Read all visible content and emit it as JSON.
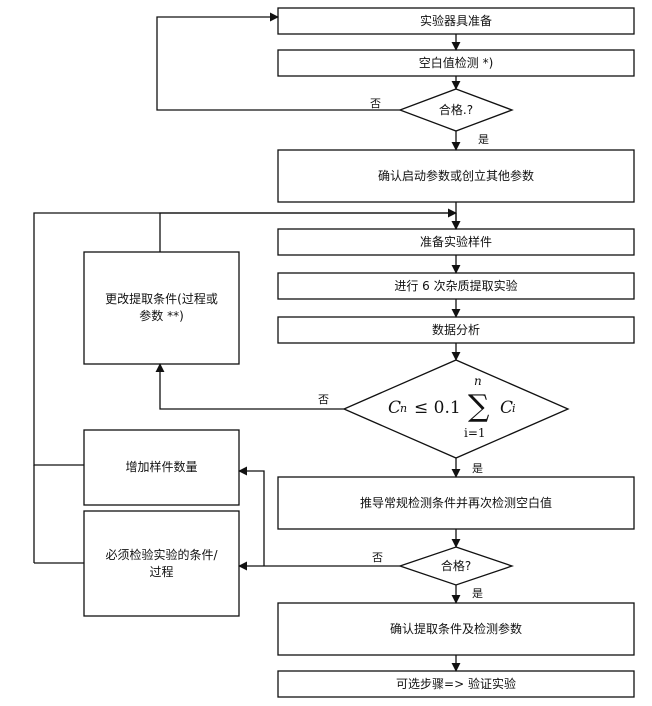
{
  "steps": {
    "prepare_equipment": "实验器具准备",
    "blank_check": "空白值检测 *)",
    "confirm_params": "确认启动参数或创立其他参数",
    "prepare_samples": "准备实验样件",
    "extraction": "进行 6 次杂质提取实验",
    "analysis": "数据分析",
    "derive_conditions": "推导常规检测条件并再次检测空白值",
    "confirm_extraction": "确认提取条件及检测参数",
    "optional_validation": "可选步骤=> 验证实验",
    "change_conditions_line1": "更改提取条件(过程或",
    "change_conditions_line2": "参数 **)",
    "add_samples": "增加样件数量",
    "check_conditions_line1": "必须检验实验的条件/",
    "check_conditions_line2": "过程"
  },
  "decisions": {
    "qualified_1": "合格.?",
    "qualified_2": "合格?",
    "criterion": {
      "lhs": "C",
      "lhs_sub": "n",
      "relation": "≤ 0.1",
      "sum_upper": "n",
      "sum_lower": "i=1",
      "term": "C",
      "term_sub": "i"
    }
  },
  "edge_labels": {
    "no_1": "否",
    "yes_1": "是",
    "no_2": "否",
    "yes_2": "是",
    "no_3": "否",
    "yes_3": "是"
  }
}
